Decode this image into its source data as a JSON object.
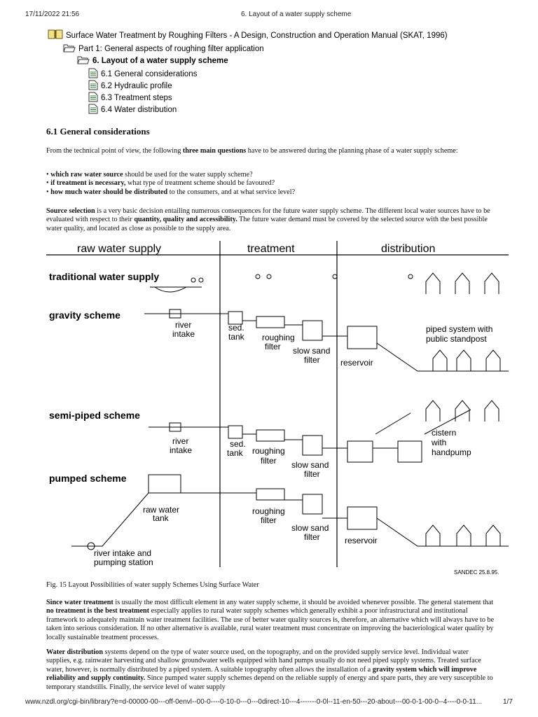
{
  "header": {
    "timestamp": "17/11/2022 21:56",
    "title": "6. Layout of a water supply scheme"
  },
  "nav": {
    "book": "Surface Water Treatment by Roughing Filters - A Design, Construction and Operation Manual (SKAT, 1996)",
    "part": "Part 1: General aspects of roughing filter application",
    "chapter": "6. Layout of a water supply scheme",
    "sections": [
      "6.1 General considerations",
      "6.2 Hydraulic profile",
      "6.3 Treatment steps",
      "6.4 Water distribution"
    ]
  },
  "heading": "6.1 General considerations",
  "intro": {
    "a": "From the technical point of view, the following ",
    "b": "three main questions",
    "c": " have to be answered during the planning phase of a water supply scheme:"
  },
  "bullets": [
    {
      "bold": "which raw water source",
      "rest": " should be used for the water supply scheme?"
    },
    {
      "bold": "if treatment is necessary,",
      "rest": " what type of treatment scheme should be favoured?"
    },
    {
      "bold": "how much water should be distributed",
      "rest": " to the consumers, and at what service level?"
    }
  ],
  "source_para": {
    "b1": "Source selection",
    "t1": " is a very basic decision entailing numerous consequences for the future water supply scheme. The different local water sources have to be evaluated with respect to their ",
    "b2": "quantity, quality and accessibility.",
    "t2": " The future water demand must be covered by the selected source with the best possible water quality, and located as close as possible to the supply area."
  },
  "figure": {
    "col_raw": "raw water supply",
    "col_treat": "treatment",
    "col_dist": "distribution",
    "traditional": "traditional water supply",
    "gravity": "gravity scheme",
    "semi": "semi-piped scheme",
    "pumped": "pumped scheme",
    "river": "river",
    "intake": "intake",
    "sed": "sed.",
    "tank": "tank",
    "roughing": "roughing",
    "filter": "filter",
    "slow_sand": "slow sand",
    "reservoir": "reservoir",
    "piped1": "piped system with",
    "piped2": "public standpost",
    "cistern": "cistern",
    "with": "with",
    "handpump": "handpump",
    "raw_water": "raw water",
    "river_intake_and": "river intake and",
    "pumping_station": "pumping station",
    "sandec": "SANDEC 25.8.95."
  },
  "caption": "Fig. 15 Layout Possibilities of water supply Schemes Using Surface Water",
  "treat_para": {
    "t1": "Since water treatment",
    "t2": " is usually the most difficult element in any water supply scheme, it should be avoided whenever possible. The general statement that ",
    "t3": "no treatment is the best treatment",
    "t4": " especially applies to rural water supply schemes which generally exhibit a poor infrastructural and institutional framework to adequately maintain water treatment facilities. The use of better water quality sources is, therefore, an alternative which will always have to be taken into serious consideration. If no other alternative is available, rural water treatment must concentrate on improving the bacteriological water quality by locally sustainable treatment processes."
  },
  "dist_para": {
    "t1": "Water distribution",
    "t2": " systems depend on the type of water source used, on the topography, and on the provided supply service level. Individual water supplies, e.g. rainwater harvesting and shallow groundwater wells equipped with hand pumps usually do not need piped supply systems. Treated surface water, however, is normally distributed by a piped system. A suitable topography often allows the installation of a ",
    "t3": "gravity system which will improve reliability and supply continuity.",
    "t4": " Since pumped water supply schemes depend on the reliable supply of energy and spare parts, they are very susceptible to temporary standstills. Finally, the service level of water supply"
  },
  "footer": {
    "url": "www.nzdl.org/cgi-bin/library?e=d-00000-00---off-0envl--00-0----0-10-0---0---0direct-10---4-------0-0l--11-en-50---20-about---00-0-1-00-0--4----0-0-11...",
    "page": "1/7"
  }
}
